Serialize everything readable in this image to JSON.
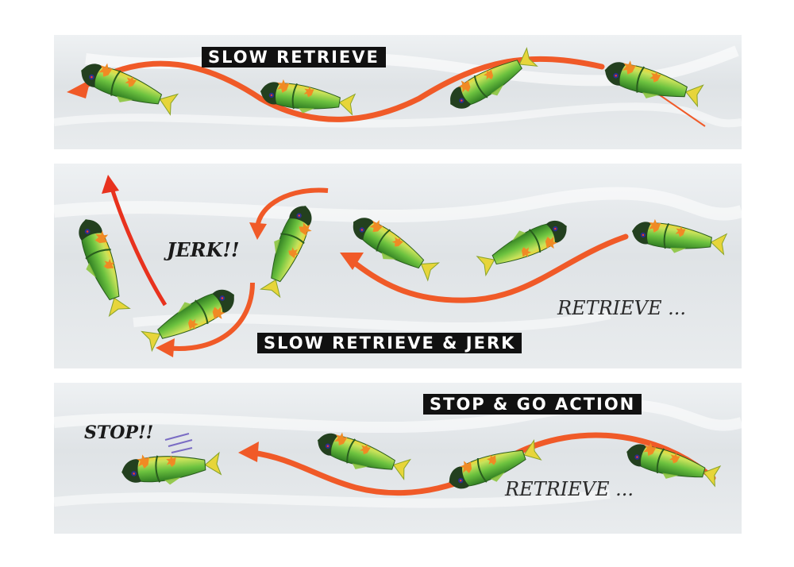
{
  "panels": {
    "slow_retrieve": {
      "title": "SLOW RETRIEVE"
    },
    "slow_retrieve_jerk": {
      "title": "SLOW RETRIEVE & JERK",
      "jerk_label": "JERK!!",
      "retrieve_label": "RETRIEVE ..."
    },
    "stop_and_go": {
      "title": "STOP & GO ACTION",
      "stop_label": "STOP!!",
      "retrieve_label": "RETRIEVE ..."
    }
  },
  "colors": {
    "path_arrow": "#f05a28",
    "lure_body": "#5db53a",
    "lure_belly": "#f2d23a",
    "lure_head": "#1f3a1c",
    "badge_bg": "#111111",
    "badge_text": "#ffffff"
  }
}
